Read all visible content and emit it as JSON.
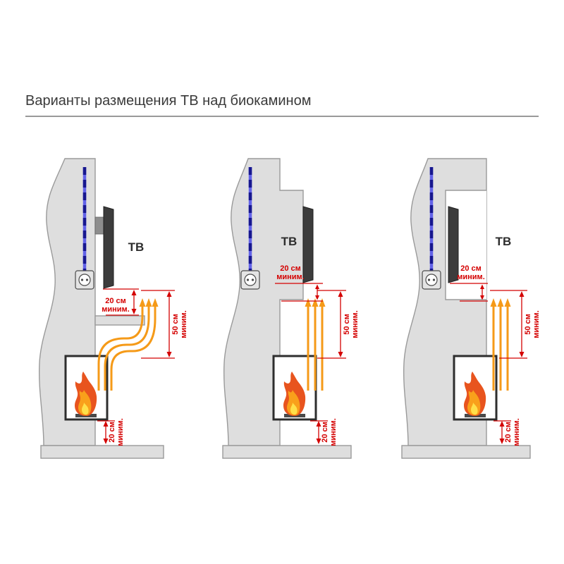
{
  "title": "Варианты размещения ТВ над биокамином",
  "colors": {
    "dimension_red": "#d40000",
    "heat_arrow_orange": "#f59a18",
    "cable_blue": "#17178f",
    "wall_gray": "#dedede",
    "flame_outer": "#e8541e",
    "flame_mid": "#f9a01b",
    "flame_inner": "#ffe04a"
  },
  "variants": [
    {
      "tv_label": "ТВ",
      "top_gap": {
        "value": "20 см",
        "note": "миним."
      },
      "side_gap": {
        "value": "50 см",
        "note": "миним."
      },
      "bottom_gap": {
        "value": "20 см",
        "note": "миним."
      }
    },
    {
      "tv_label": "ТВ",
      "top_gap": {
        "value": "20 см",
        "note": "миним."
      },
      "side_gap": {
        "value": "50 см",
        "note": "миним."
      },
      "bottom_gap": {
        "value": "20 см",
        "note": "миним."
      }
    },
    {
      "tv_label": "ТВ",
      "top_gap": {
        "value": "20 см",
        "note": "миним."
      },
      "side_gap": {
        "value": "50 см",
        "note": "миним."
      },
      "bottom_gap": {
        "value": "20 см",
        "note": "миним."
      }
    }
  ]
}
